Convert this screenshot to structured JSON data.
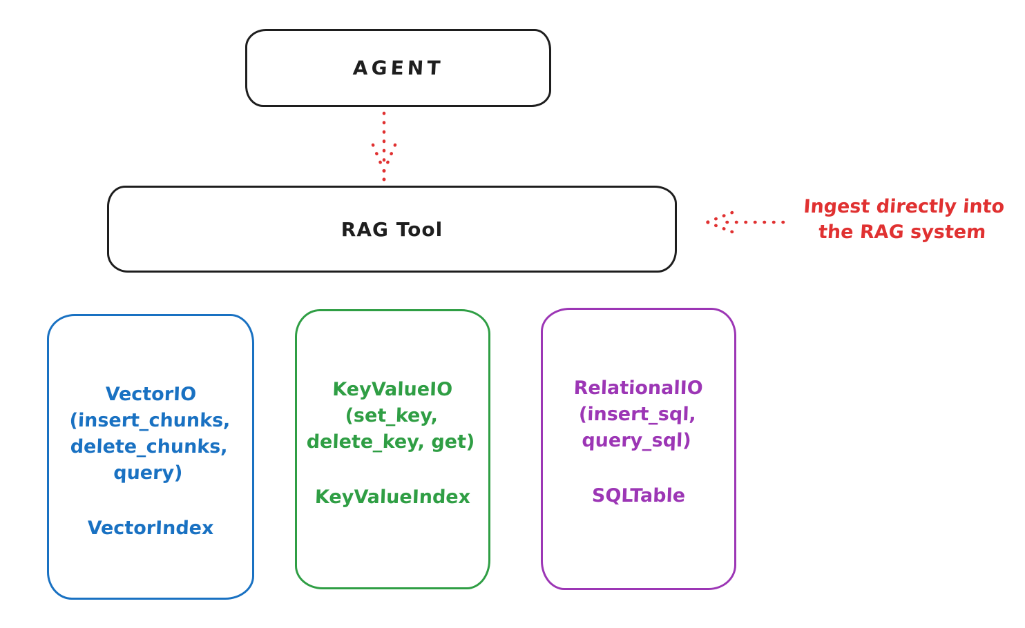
{
  "colors": {
    "ink": "#1e1e1e",
    "red": "#e03131",
    "blue": "#1971c2",
    "green": "#2f9e44",
    "purple": "#9c36b5",
    "background": "#ffffff"
  },
  "agent_box": {
    "label": "AGENT"
  },
  "rag_tool_box": {
    "label": "RAG Tool"
  },
  "ingest_annotation": {
    "line1": "Ingest directly into",
    "line2": "the RAG system"
  },
  "io_boxes": [
    {
      "title": "VectorIO",
      "signature_lines": [
        "(insert_chunks,",
        "delete_chunks,",
        "query)"
      ],
      "index_label": "VectorIndex",
      "color": "#1971c2"
    },
    {
      "title": "KeyValueIO",
      "signature_lines": [
        "(set_key,",
        "delete_key, get)"
      ],
      "index_label": "KeyValueIndex",
      "color": "#2f9e44"
    },
    {
      "title": "RelationalIO",
      "signature_lines": [
        "(insert_sql,",
        "query_sql)"
      ],
      "index_label": "SQLTable",
      "color": "#9c36b5"
    }
  ]
}
